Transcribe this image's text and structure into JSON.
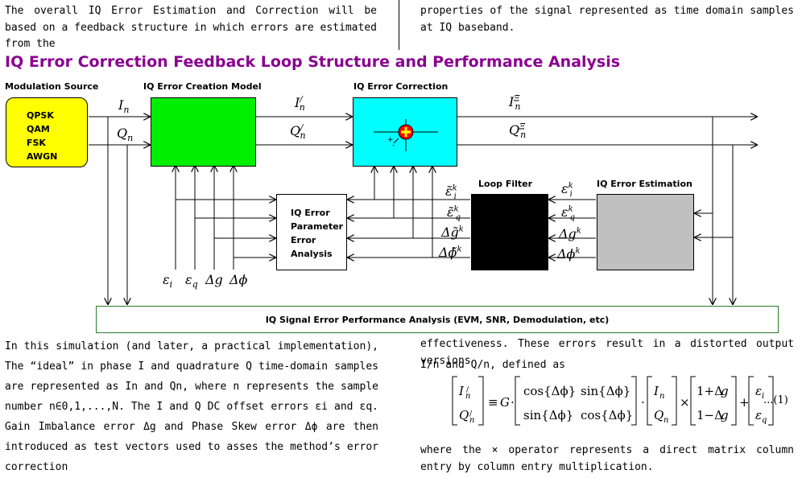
{
  "top_left_text": "The overall IQ Error Estimation and Correction will be based on a feedback structure in which errors are estimated from the",
  "top_right_text": "properties of the signal represented as time domain samples at IQ baseband.",
  "heading": "IQ Error Correction Feedback Loop Structure and Performance Analysis",
  "labels": {
    "modulation_source": "Modulation Source",
    "creation_model": "IQ Error Creation Model",
    "correction": "IQ Error Correction",
    "loop_filter": "Loop Filter",
    "estimation": "IQ Error Estimation",
    "performance": "IQ Signal Error Performance Analysis (EVM, SNR, Demodulation, etc)"
  },
  "modulation_types": [
    "QPSK",
    "QAM",
    "FSK",
    "AWGN"
  ],
  "parameter_box": [
    "IQ Error",
    "Parameter",
    "Error",
    "Analysis"
  ],
  "signals": {
    "in": "I",
    "qn": "Q",
    "n_sub": "n",
    "prime": "/",
    "xi": "Ξ",
    "k": "k"
  },
  "error_params": {
    "eps_i": "ε",
    "eps_q": "ε",
    "dg": "Δg",
    "dphi": "Δϕ",
    "sub_i": "i",
    "sub_q": "q",
    "est_eps_i": "ε̃",
    "est_dg": "Δg̃",
    "est_dphi": "Δϕ̃"
  },
  "bottom_left_text": "In this simulation (and later, a practical implementation), The “ideal” in phase I and quadrature Q time-domain samples are represented as In and Qn, where n represents the sample number n∈0,1,...,N. The I and Q DC offset errors εi and εq. Gain Imbalance error Δg and Phase Skew error Δϕ are then introduced as test vectors used to asses the method’s error correction",
  "bottom_right_text_1": "effectiveness. These errors result in a distorted output versions",
  "bottom_right_text_2": "I/n and Q/n, defined as",
  "bottom_right_text_3": "where the × operator represents a direct matrix column entry by column entry multiplication.",
  "equation_number": "...(1)",
  "colors": {
    "heading": "#8a0090",
    "modulation": "#ffff00",
    "creation": "#00ee00",
    "correction": "#00ffff",
    "loop_filter": "#000000",
    "estimation": "#c0c0c0",
    "adder": "#ff0000",
    "perf_border": "#2a7a2a"
  }
}
